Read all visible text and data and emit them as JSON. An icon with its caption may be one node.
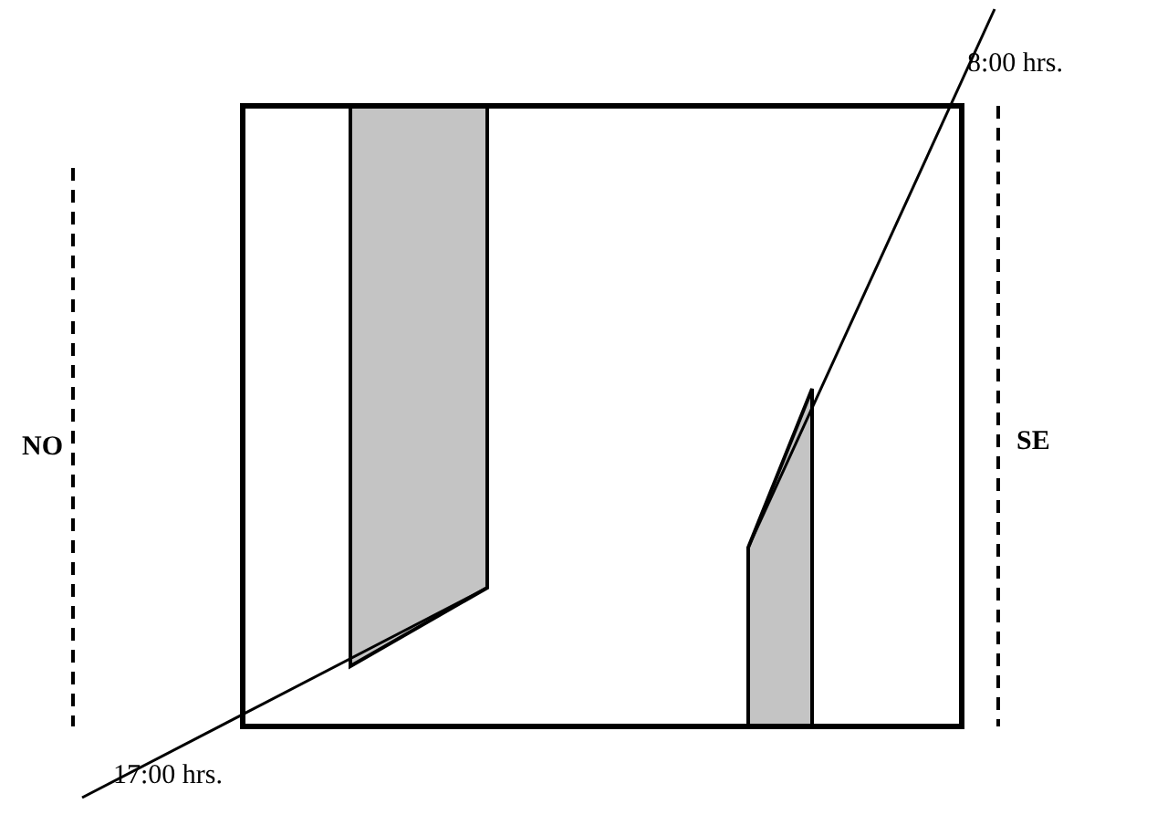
{
  "diagram": {
    "labels": [
      "8:00 hrs.",
      "NO",
      "SE",
      "17:00 hrs."
    ]
  }
}
